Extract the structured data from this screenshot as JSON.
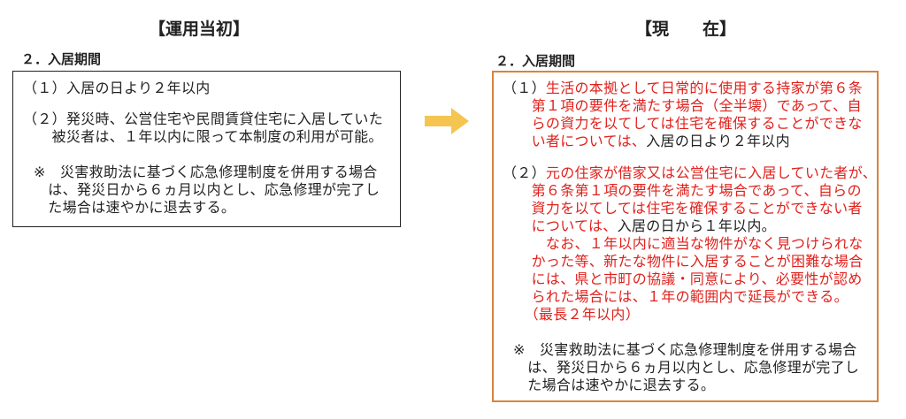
{
  "left": {
    "title": "【運用当初】",
    "section": "２．入居期間",
    "lines": [
      "（１）入居の日より２年以内",
      "（２）発災時、公営住宅や民間賃貸住宅に入居していた",
      "　　被災者は、１年以内に限って本制度の利用が可能。",
      "※　災害救助法に基づく応急修理制度を併用する場合",
      "　は、発災日から６ヵ月以内とし、応急修理が完了し",
      "　た場合は速やかに退去する。"
    ]
  },
  "right": {
    "title": "【現　　在】",
    "section": "２．入居期間",
    "lines": [
      {
        "black": "（１）",
        "red": "生活の本拠として日常的に使用する持家が第６条",
        "tail": ""
      },
      {
        "black": "　　",
        "red": "第１項の要件を満たす場合（全半壊）であって、自",
        "tail": ""
      },
      {
        "black": "　　",
        "red": "らの資力を以てしては住宅を確保することができな",
        "tail": ""
      },
      {
        "black": "　　",
        "red": "い者については、",
        "tail": "入居の日より２年以内"
      },
      {
        "black": "（２）",
        "red": "元の住家が借家又は公営住宅に入居していた者が、",
        "tail": ""
      },
      {
        "black": "　　",
        "red": "第６条第１項の要件を満たす場合であって、自らの",
        "tail": ""
      },
      {
        "black": "　　",
        "red": "資力を以てしては住宅を確保することができない者",
        "tail": ""
      },
      {
        "black": "　　",
        "red": "については、",
        "tail": "入居の日から１年以内。"
      },
      {
        "black": "　　",
        "red": "　なお、１年以内に適当な物件がなく見つけられな",
        "tail": ""
      },
      {
        "black": "　　",
        "red": "かった等、新たな物件に入居することが困難な場合",
        "tail": ""
      },
      {
        "black": "　　",
        "red": "には、県と市町の協議・同意により、必要性が認め",
        "tail": ""
      },
      {
        "black": "　　",
        "red": "られた場合には、１年の範囲内で延長ができる。",
        "tail": ""
      },
      {
        "black": "　　",
        "red": "（最長２年以内）",
        "tail": ""
      }
    ],
    "note": [
      "※　災害救助法に基づく応急修理制度を併用する場合",
      "　は、発災日から６ヵ月以内とし、応急修理が完了し",
      "　た場合は速やかに退去する。"
    ]
  },
  "colors": {
    "arrow": "#f5c451",
    "highlight": "#e0211c",
    "frame": "#d9843c"
  },
  "icons": {
    "arrow": "right-arrow-icon"
  }
}
